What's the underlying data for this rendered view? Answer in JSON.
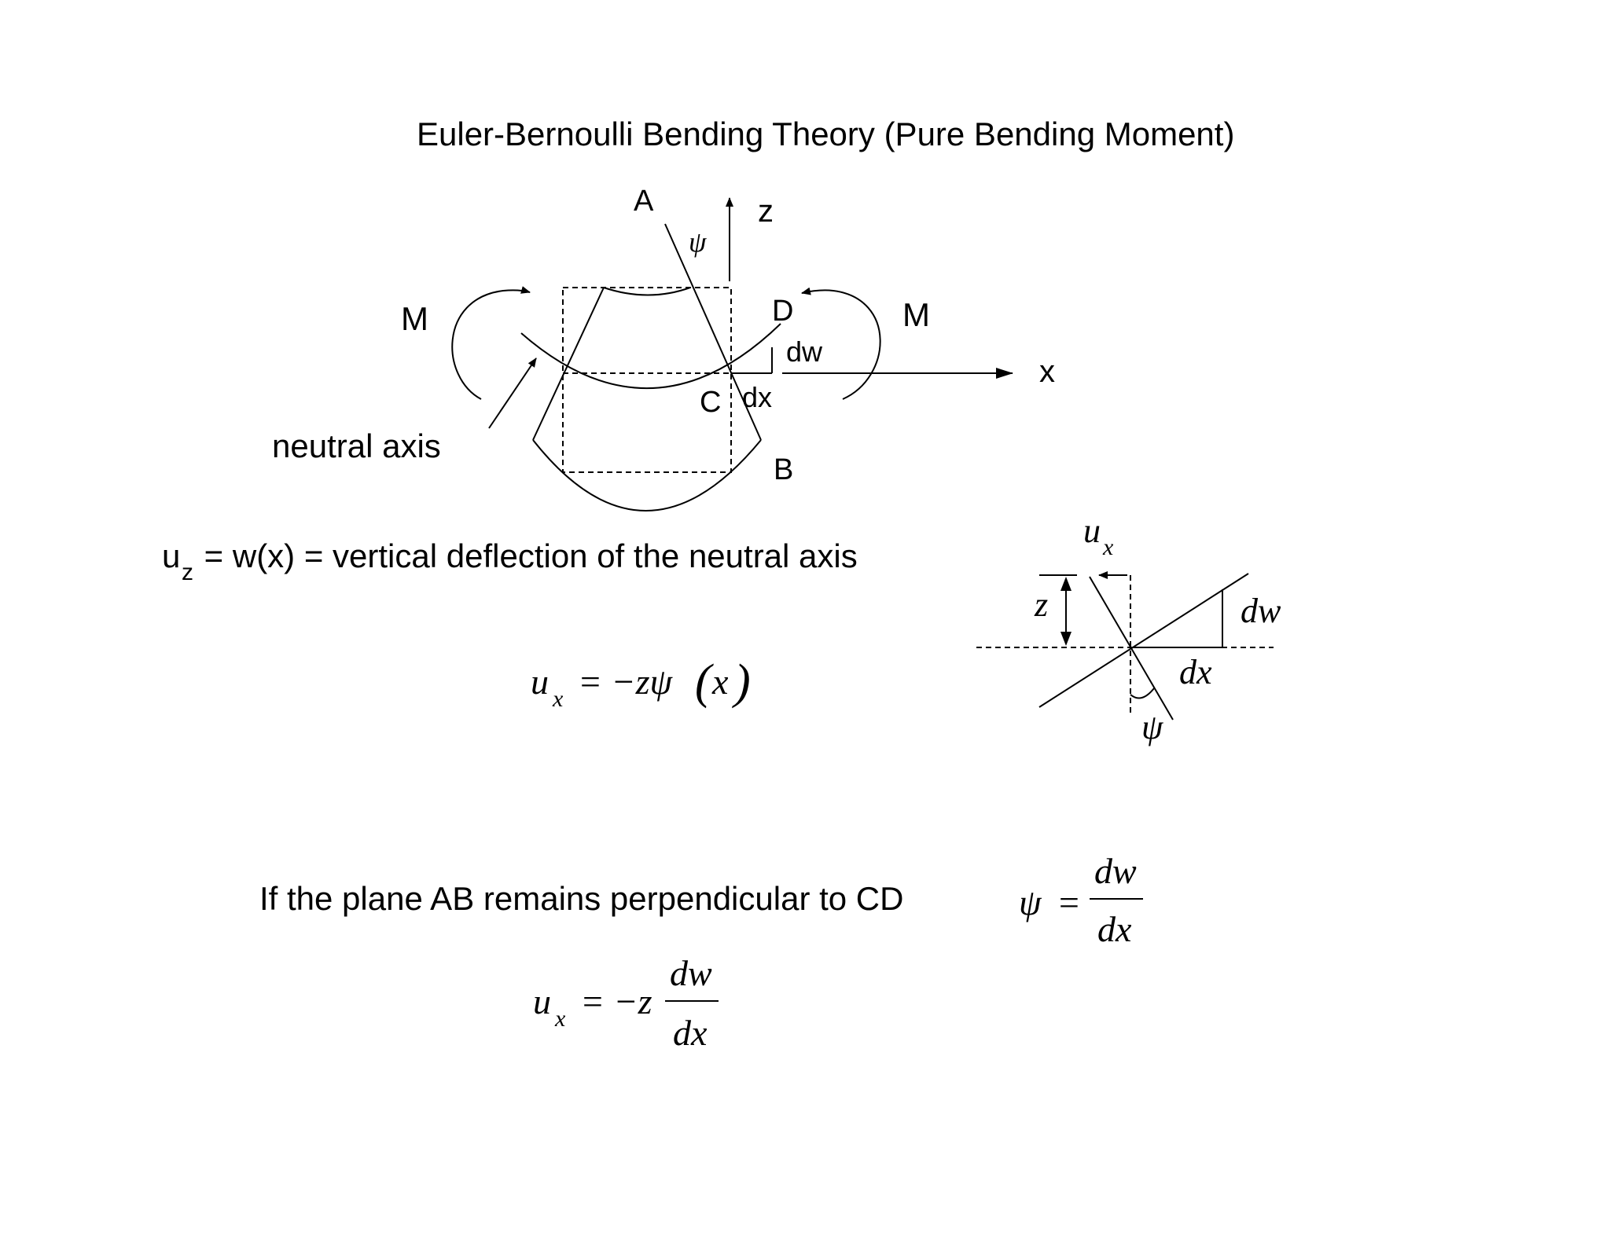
{
  "title": "Euler-Bernoulli Bending Theory (Pure Bending Moment)",
  "diagram": {
    "labels": {
      "A": "A",
      "B": "B",
      "C": "C",
      "D": "D",
      "z_axis": "z",
      "x_axis": "x",
      "psi": "ψ",
      "moment_left": "M",
      "moment_right": "M",
      "dw": "dw",
      "dx": "dx",
      "neutral_axis": "neutral axis"
    }
  },
  "deflection_def": {
    "lhs_main": "u",
    "lhs_sub": "z",
    "rest": " = w(x) = vertical deflection of the neutral axis"
  },
  "eq1": {
    "u": "u",
    "sub": "x",
    "rhs": "= −zψ",
    "paren_open": "(",
    "arg": "x",
    "paren_close": ")"
  },
  "inset": {
    "ux_main": "u",
    "ux_sub": "x",
    "z": "z",
    "dw": "dw",
    "dx": "dx",
    "psi": "ψ"
  },
  "condition": {
    "text": "If the plane AB remains perpendicular to CD",
    "psi": "ψ",
    "eq": "=",
    "num": "dw",
    "den": "dx"
  },
  "eq2": {
    "u": "u",
    "sub": "x",
    "rhs": "= −z",
    "num": "dw",
    "den": "dx"
  }
}
